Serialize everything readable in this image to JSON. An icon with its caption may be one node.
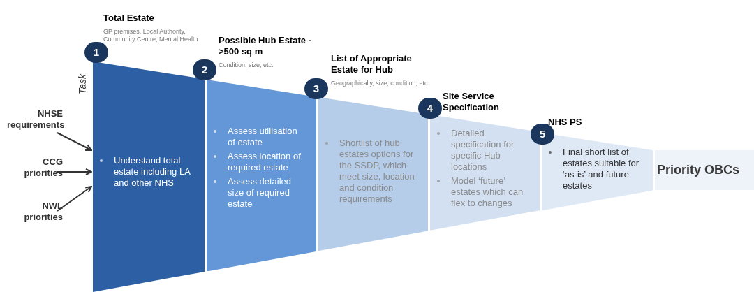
{
  "diagram": {
    "nodes": [
      {
        "text": [
          "1"
        ],
        "beside": [
          "Total Estate",
          "GP premises, Local Authority, Community Centre, Mental Health"
        ]
      },
      {
        "text": [
          "Understand total estate including LA and other NHS"
        ]
      },
      {
        "text": [
          "2"
        ],
        "beside": [
          "Possible Hub Estate - >500 sq m",
          "Condition, size, etc."
        ]
      },
      {
        "text": [
          "Assess utilisation of estate",
          "Assess location of required estate",
          "Assess detailed size of required estate"
        ]
      },
      {
        "text": [
          "3"
        ],
        "beside": [
          "List of Appropriate Estate for Hub",
          "Geographically, size, condition, etc."
        ]
      },
      {
        "text": [
          "Shortlist of hub estates options for the SSDP, which meet size, location and condition requirements"
        ]
      },
      {
        "text": [
          "4"
        ],
        "beside": [
          "Site Service Specification"
        ]
      },
      {
        "text": [
          "Detailed specification for specific Hub locations",
          "Model ‘future’ estates which can flex to changes"
        ]
      },
      {
        "text": [
          "5"
        ],
        "beside": [
          "NHS PS"
        ]
      },
      {
        "text": [
          "Final short list of estates suitable for ‘as-is’ and future estates"
        ]
      },
      {
        "text": [
          "Priority OBCs"
        ]
      },
      {
        "text": [
          "NHSE requirements"
        ]
      },
      {
        "text": [
          "CCG priorities"
        ]
      },
      {
        "text": [
          "NWL priorities"
        ]
      }
    ],
    "edges": [
      {
        "from": 11,
        "to": 1,
        "arrow": "to"
      },
      {
        "from": 12,
        "to": 1,
        "arrow": "to"
      },
      {
        "from": 13,
        "to": 1,
        "arrow": "to"
      }
    ],
    "labels": [
      "Task"
    ]
  }
}
